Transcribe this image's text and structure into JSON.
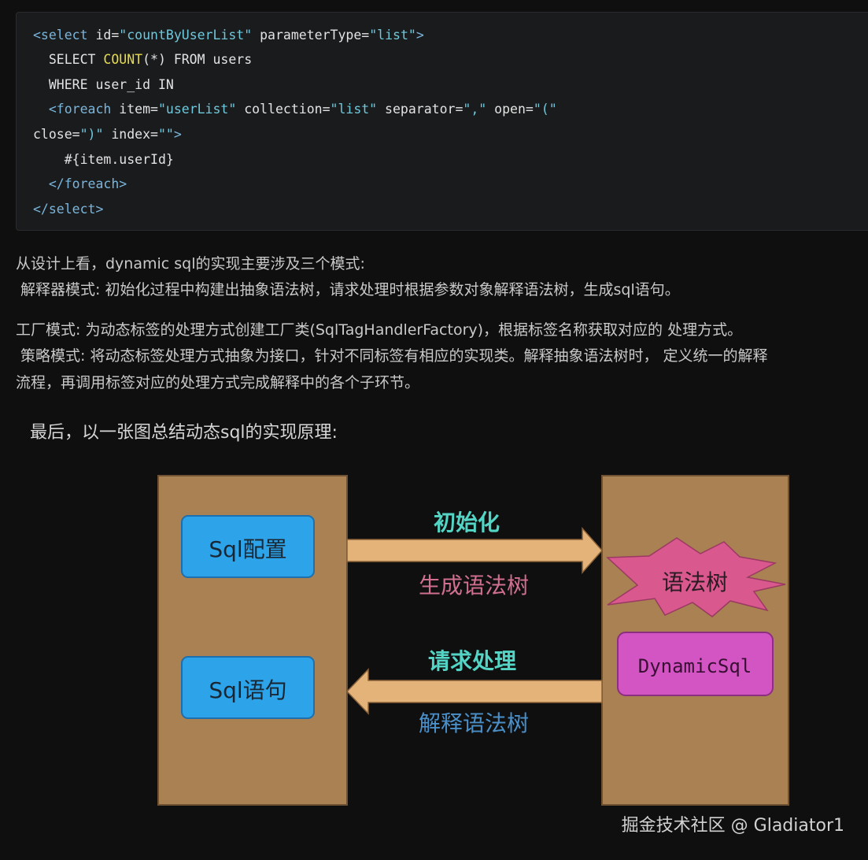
{
  "code": {
    "lines": [
      [
        {
          "t": "tag",
          "v": "<select"
        },
        {
          "t": "txt",
          "v": " id="
        },
        {
          "t": "str",
          "v": "\"countByUserList\""
        },
        {
          "t": "txt",
          "v": " parameterType="
        },
        {
          "t": "str",
          "v": "\"list\""
        },
        {
          "t": "tag",
          "v": ">"
        }
      ],
      [
        {
          "t": "txt",
          "v": "  SELECT "
        },
        {
          "t": "kw",
          "v": "COUNT"
        },
        {
          "t": "txt",
          "v": "(*) FROM users"
        }
      ],
      [
        {
          "t": "txt",
          "v": "  WHERE user_id IN"
        }
      ],
      [
        {
          "t": "tag",
          "v": "  <foreach"
        },
        {
          "t": "txt",
          "v": " item="
        },
        {
          "t": "str",
          "v": "\"userList\""
        },
        {
          "t": "txt",
          "v": " collection="
        },
        {
          "t": "str",
          "v": "\"list\""
        },
        {
          "t": "txt",
          "v": " separator="
        },
        {
          "t": "str",
          "v": "\",\""
        },
        {
          "t": "txt",
          "v": " open="
        },
        {
          "t": "str",
          "v": "\"(\""
        }
      ],
      [
        {
          "t": "txt",
          "v": "close="
        },
        {
          "t": "str",
          "v": "\")\""
        },
        {
          "t": "txt",
          "v": " index="
        },
        {
          "t": "str",
          "v": "\"\""
        },
        {
          "t": "tag",
          "v": ">"
        }
      ],
      [
        {
          "t": "txt",
          "v": "    #{item.userId}"
        }
      ],
      [
        {
          "t": "tag",
          "v": "  </foreach>"
        }
      ],
      [
        {
          "t": "tag",
          "v": "</select>"
        }
      ]
    ]
  },
  "article": {
    "p1_line1": "从设计上看，dynamic sql的实现主要涉及三个模式:",
    "p1_line2": " 解释器模式: 初始化过程中构建出抽象语法树，请求处理时根据参数对象解释语法树，生成sql语句。",
    "p2_line1": "工厂模式: 为动态标签的处理方式创建工厂类(SqlTagHandlerFactory)，根据标签名称获取对应的 处理方式。",
    "p2_line2": " 策略模式: 将动态标签处理方式抽象为接口，针对不同标签有相应的实现类。解释抽象语法树时， 定义统一的解释",
    "p2_line3": "流程，再调用标签对应的处理方式完成解释中的各个子环节。",
    "summary": "最后，以一张图总结动态sql的实现原理:"
  },
  "diagram": {
    "left_top_box": "Sql配置",
    "left_bottom_box": "Sql语句",
    "top_arrow_label": "初始化",
    "top_arrow_sublabel": "生成语法树",
    "bottom_arrow_label": "请求处理",
    "bottom_arrow_sublabel": "解释语法树",
    "star_label": "语法树",
    "right_box": "DynamicSql",
    "colors": {
      "panel": "#a98152",
      "panel_border": "#6e5233",
      "blue_box": "#2da3ea",
      "pink_box": "#d355c3",
      "star": "#d9588e",
      "arrow": "#e4b37a",
      "label_cyan": "#53d4c4",
      "sub_pink": "#d06f8e",
      "sub_blue": "#4a8fc8"
    }
  },
  "watermark": "掘金技术社区 @ Gladiator1"
}
